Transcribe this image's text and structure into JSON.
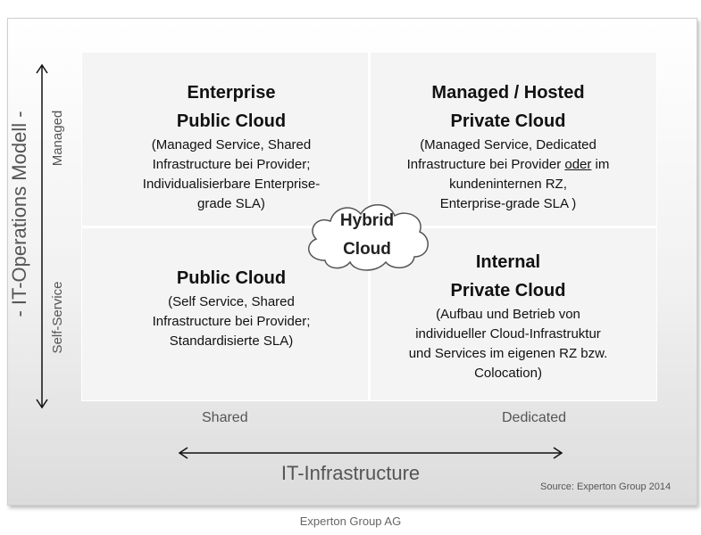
{
  "quadrants": {
    "top_left": {
      "title1": "Enterprise",
      "title2": "Public Cloud",
      "desc1": "(Managed Service, Shared",
      "desc2": "Infrastructure bei Provider;",
      "desc3": "Individualisierbare Enterprise-",
      "desc4": "grade SLA)"
    },
    "top_right": {
      "title1": "Managed / Hosted",
      "title2": "Private Cloud",
      "desc1": "(Managed Service, Dedicated",
      "desc2_a": "Infrastructure bei Provider ",
      "desc2_b": "oder",
      "desc2_c": " im",
      "desc3": "kundeninternen RZ,",
      "desc4": "Enterprise-grade SLA )"
    },
    "bottom_left": {
      "title1": "Public Cloud",
      "desc1": "(Self Service, Shared",
      "desc2": "Infrastructure bei Provider;",
      "desc3": "Standardisierte SLA)"
    },
    "bottom_right": {
      "title1": "Internal",
      "title2": "Private Cloud",
      "desc1": "(Aufbau und Betrieb von",
      "desc2": "individueller Cloud-Infrastruktur",
      "desc3": "und Services im eigenen RZ bzw.",
      "desc4": "Colocation)"
    }
  },
  "center": {
    "line1": "Hybrid",
    "line2": "Cloud"
  },
  "y_axis": {
    "title": "- IT-Operations Modell -",
    "top_label": "Managed",
    "bottom_label": "Self-Service"
  },
  "x_axis": {
    "title": "IT-Infrastructure",
    "left_label": "Shared",
    "right_label": "Dedicated"
  },
  "source": "Source: Experton Group 2014",
  "footer": "Experton Group AG"
}
